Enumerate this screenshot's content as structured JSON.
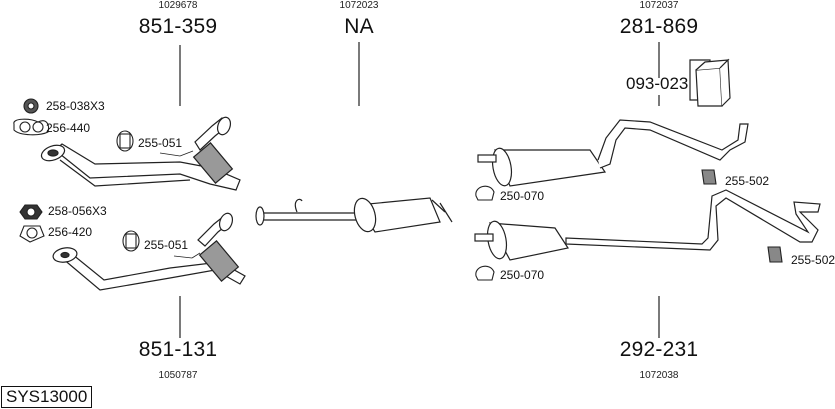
{
  "system_id": "SYS13000",
  "groups": [
    {
      "id": "front-pipe-1",
      "part_number": "851-359",
      "ref": "1029678"
    },
    {
      "id": "center-silencer",
      "part_number": "NA",
      "ref": "1072023"
    },
    {
      "id": "rear-silencer-1",
      "part_number": "281-869",
      "ref": "1072037"
    },
    {
      "id": "front-pipe-2",
      "part_number": "851-131",
      "ref": "1050787"
    },
    {
      "id": "rear-silencer-2",
      "part_number": "292-231",
      "ref": "1072038"
    }
  ],
  "accessories": {
    "nut_1": "258-038X3",
    "gasket_1": "256-440",
    "mount_1": "255-051",
    "nut_2": "258-056X3",
    "gasket_2": "256-420",
    "mount_2": "255-051",
    "mounting_kit": "093-023",
    "clamp_1": "250-070",
    "rubber_1": "255-502",
    "clamp_2": "250-070",
    "rubber_2": "255-502"
  }
}
